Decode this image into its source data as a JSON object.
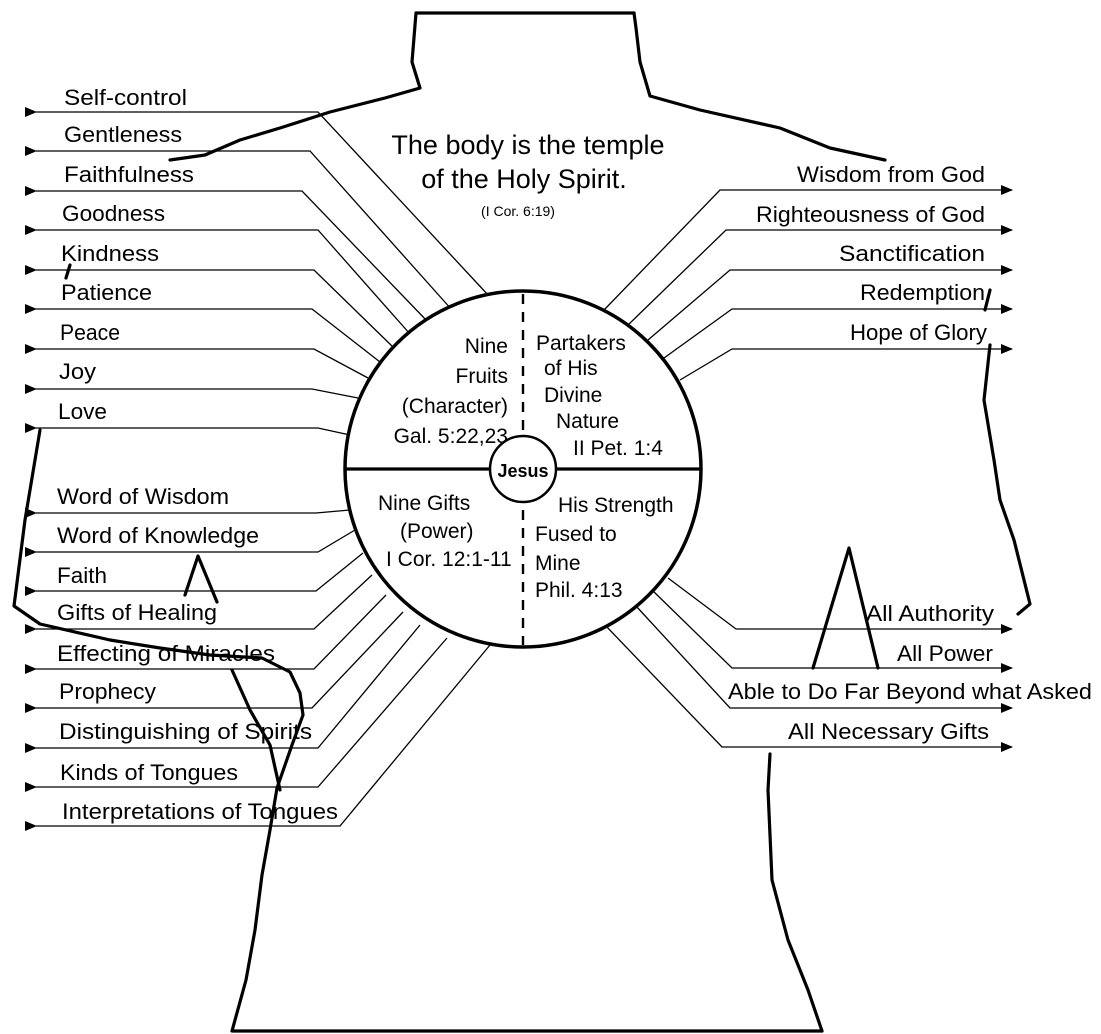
{
  "title": {
    "line1": "The body is the temple",
    "line2": "of the Holy Spirit.",
    "reference": "(I Cor. 6:19)"
  },
  "center": "Jesus",
  "quadrants": {
    "top_left": [
      "Nine",
      "Fruits",
      "(Character)",
      "Gal. 5:22,23"
    ],
    "top_right": [
      "Partakers",
      "of His",
      "Divine",
      "Nature",
      "II Pet. 1:4"
    ],
    "bottom_left": [
      "Nine Gifts",
      "(Power)",
      "I Cor. 12:1-11"
    ],
    "bottom_right": [
      "His Strength",
      "Fused to",
      "Mine",
      "Phil. 4:13"
    ]
  },
  "fruits": [
    "Self-control",
    "Gentleness",
    "Faithfulness",
    "Goodness",
    "Kindness",
    "Patience",
    "Peace",
    "Joy",
    "Love"
  ],
  "gifts": [
    "Word of Wisdom",
    "Word of Knowledge",
    "Faith",
    "Gifts of Healing",
    "Effecting of Miracles",
    "Prophecy",
    "Distinguishing of Spirits",
    "Kinds of Tongues",
    "Interpretations of Tongues"
  ],
  "divine_nature": [
    "Wisdom from God",
    "Righteousness of God",
    "Sanctification",
    "Redemption",
    "Hope of Glory"
  ],
  "strength": [
    "All Authority",
    "All Power",
    "Able to Do Far Beyond what Asked",
    "All Necessary Gifts"
  ]
}
